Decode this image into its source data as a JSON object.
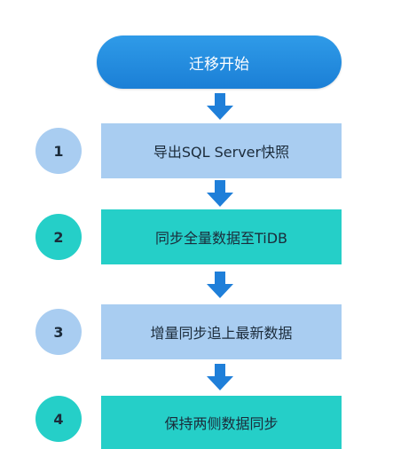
{
  "start_label": "迁移开始",
  "steps": [
    {
      "number": "1",
      "label": "导出SQL Server快照"
    },
    {
      "number": "2",
      "label": "同步全量数据至TiDB"
    },
    {
      "number": "3",
      "label": "增量同步追上最新数据"
    },
    {
      "number": "4",
      "label": "保持两侧数据同步"
    }
  ],
  "colors": {
    "start_fill": "#1b7fd6",
    "light_blue": "#a9cdf1",
    "teal": "#25cfc8",
    "arrow": "#1f7fd9"
  }
}
